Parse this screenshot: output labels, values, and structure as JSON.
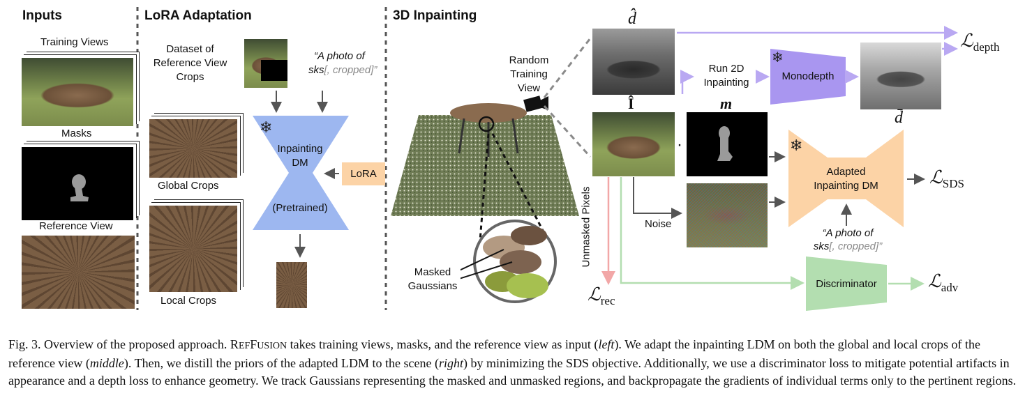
{
  "sections": {
    "inputs": "Inputs",
    "lora": "LoRA Adaptation",
    "inpainting": "3D Inpainting"
  },
  "inputs": {
    "training_views": "Training Views",
    "masks": "Masks",
    "reference_view": "Reference View"
  },
  "lora": {
    "dataset_line1": "Dataset of",
    "dataset_line2": "Reference View",
    "dataset_line3": "Crops",
    "prompt_line1": "“A photo of",
    "prompt_line2a": "sks",
    "prompt_line2b": "[, cropped]”",
    "global_crops": "Global Crops",
    "local_crops": "Local Crops",
    "dm_line1": "Inpainting",
    "dm_line2": "DM",
    "dm_pretrained": "(Pretrained)",
    "lora_box": "LoRA"
  },
  "inpainting": {
    "random_line1": "Random",
    "random_line2": "Training",
    "random_line3": "View",
    "masked_line1": "Masked",
    "masked_line2": "Gaussians",
    "unmasked_pixels": "Unmasked Pixels",
    "loss_rec_sub": "rec",
    "d_hat": "d̂",
    "i_hat": "Î",
    "m": "m",
    "d_bar": "d̄",
    "run2d_line1": "Run 2D",
    "run2d_line2": "Inpainting",
    "monodepth": "Monodepth",
    "loss_depth_sub": "depth",
    "adapted_line1": "Adapted",
    "adapted_line2": "Inpainting DM",
    "loss_sds_sub": "SDS",
    "noise": "Noise",
    "prompt_line1": "“A photo of",
    "prompt_line2a": "sks",
    "prompt_line2b": "[, cropped]”",
    "discriminator": "Discriminator",
    "loss_adv_sub": "adv",
    "loss_symbol": "ℒ",
    "dot": "·"
  },
  "caption": {
    "fig": "Fig. 3.",
    "p1": "Overview of the proposed approach.",
    "name_r": "R",
    "name_ef": "EF",
    "name_f": "F",
    "name_usion": "USION",
    "p2": "takes training views, masks, and the reference view as input (",
    "left": "left",
    "p3": "). We adapt the inpainting LDM on both the global and local crops of the reference view (",
    "middle": "middle",
    "p4": "). Then, we distill the priors of the adapted LDM to the scene (",
    "right": "right",
    "p5": ") by minimizing the SDS objective. Additionally, we use a discriminator loss to mitigate potential artifacts in appearance and a depth loss to enhance geometry. We track Gaussians representing the masked and unmasked regions, and backpropagate the gradients of individual terms only to the pertinent regions."
  },
  "colors": {
    "purple": "#b9a8f2",
    "purple_box": "#a996f0",
    "blue": "#9db7f0",
    "orange": "#fcd3a6",
    "green": "#b3deb0",
    "pink": "#f2a7a7",
    "gray_arrow": "#555555"
  }
}
